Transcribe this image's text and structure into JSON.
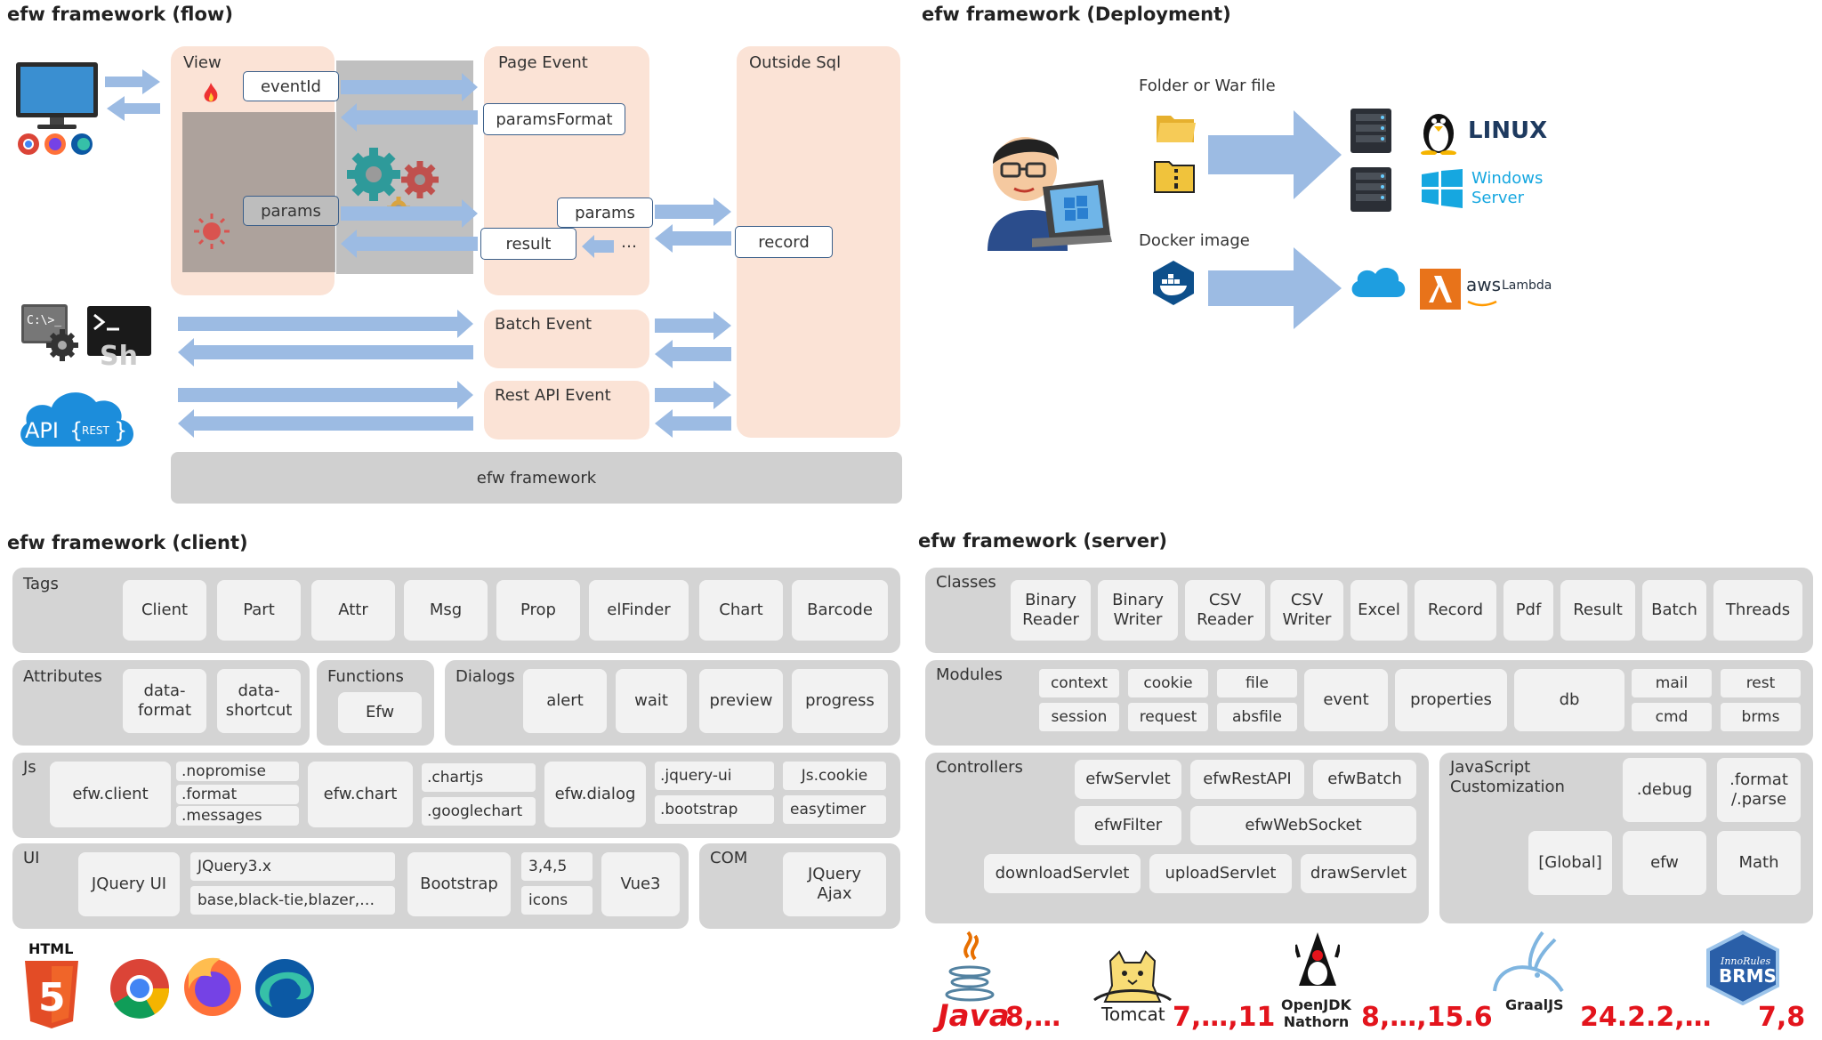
{
  "titles": {
    "flow": "efw framework (flow)",
    "deployment": "efw framework (Deployment)",
    "client": "efw framework (client)",
    "server": "efw framework (server)"
  },
  "flow": {
    "view": "View",
    "page_event": "Page Event",
    "outside_sql": "Outside Sql",
    "event_id": "eventId",
    "params_format": "paramsFormat",
    "params_view": "params",
    "params_page": "params",
    "result": "result",
    "ellipsis": "…",
    "record": "record",
    "batch_event": "Batch Event",
    "rest_api_event": "Rest API Event",
    "framework": "efw framework",
    "cmd_icon_text": "C:\\>_",
    "sh_icon_text": "Sh",
    "api_text": "API",
    "rest_text": "REST"
  },
  "deployment": {
    "folder_war": "Folder or War file",
    "docker_image": "Docker image",
    "linux": "LINUX",
    "windows_server": [
      "Windows",
      "Server"
    ],
    "aws": "aws",
    "lambda": "Lambda"
  },
  "client": {
    "tags": {
      "label": "Tags",
      "items": [
        "Client",
        "Part",
        "Attr",
        "Msg",
        "Prop",
        "elFinder",
        "Chart",
        "Barcode"
      ]
    },
    "attributes": {
      "label": "Attributes",
      "items": [
        "data-\nformat",
        "data-\nshortcut"
      ]
    },
    "functions": {
      "label": "Functions",
      "items": [
        "Efw"
      ]
    },
    "dialogs": {
      "label": "Dialogs",
      "items": [
        "alert",
        "wait",
        "preview",
        "progress"
      ]
    },
    "js": {
      "label": "Js",
      "client": "efw.client",
      "client_sub": [
        ".nopromise",
        ".format",
        ".messages"
      ],
      "chart": "efw.chart",
      "chart_sub": [
        ".chartjs",
        ".googlechart"
      ],
      "dialog": "efw.dialog",
      "dialog_sub": [
        ".jquery-ui",
        ".bootstrap"
      ],
      "misc": [
        "Js.cookie",
        "easytimer"
      ]
    },
    "ui": {
      "label": "UI",
      "jquery_ui": "JQuery UI",
      "jquery3": "JQuery3.x",
      "themes": "base,black-tie,blazer,…",
      "bootstrap": "Bootstrap",
      "bs_ver": "3,4,5",
      "icons": "icons",
      "vue": "Vue3"
    },
    "com": {
      "label": "COM",
      "ajax": "JQuery\nAjax"
    },
    "html5": "HTML"
  },
  "server": {
    "classes": {
      "label": "Classes",
      "items": [
        "Binary\nReader",
        "Binary\nWriter",
        "CSV\nReader",
        "CSV\nWriter",
        "Excel",
        "Record",
        "Pdf",
        "Result",
        "Batch",
        "Threads"
      ]
    },
    "modules": {
      "label": "Modules",
      "items": [
        "context",
        "cookie",
        "file",
        "session",
        "request",
        "absfile",
        "event",
        "properties",
        "db",
        "mail",
        "rest",
        "cmd",
        "brms"
      ]
    },
    "controllers": {
      "label": "Controllers",
      "items": [
        "efwServlet",
        "efwRestAPI",
        "efwBatch",
        "efwFilter",
        "efwWebSocket",
        "downloadServlet",
        "uploadServlet",
        "drawServlet"
      ]
    },
    "js_custom": {
      "label": "JavaScript\nCustomization",
      "items": [
        ".debug",
        ".format\n/.parse",
        "[Global]",
        "efw",
        "Math"
      ]
    }
  },
  "versions": {
    "java": {
      "name": "Java",
      "ver": "8,…"
    },
    "tomcat": {
      "name": "Tomcat",
      "ver": "7,…,11"
    },
    "openjdk": {
      "name": "OpenJDK\nNathorn",
      "ver": "8,…,15.6"
    },
    "graaljs": {
      "name": "GraalJS",
      "ver": "24.2.2,…"
    },
    "brms": {
      "name": "BRMS",
      "brand": "InnoRules",
      "ver": "7,8"
    }
  }
}
